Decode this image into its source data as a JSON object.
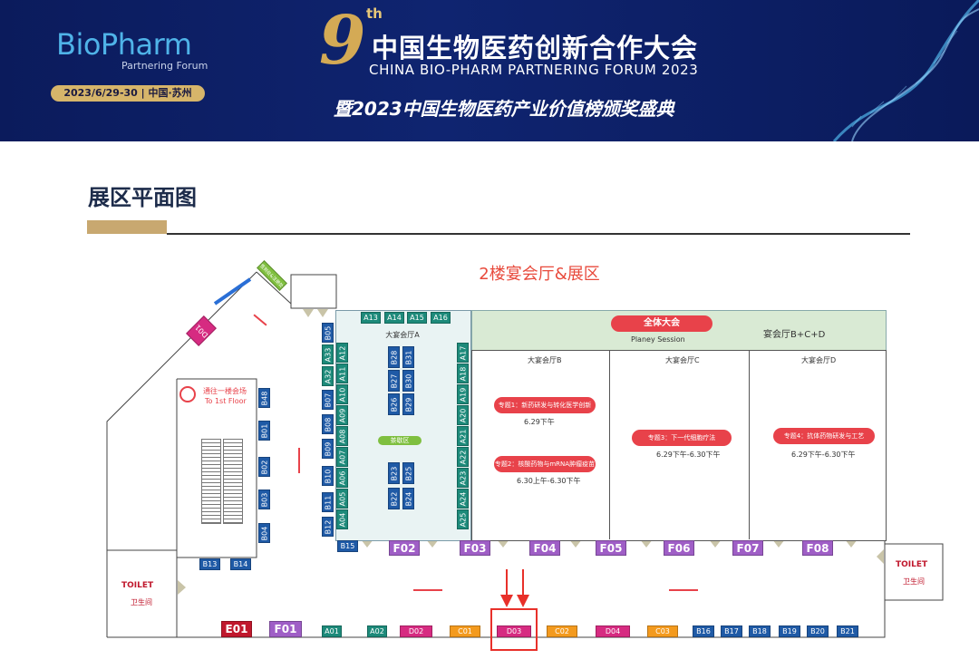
{
  "banner": {
    "logo": "BioPharm",
    "logo_sub": "Partnering Forum",
    "date": "2023/6/29-30 | 中国·苏州",
    "edition_num": "9",
    "edition_sup": "th",
    "title_cn": "中国生物医药创新合作大会",
    "title_en": "CHINA BIO-PHARM PARTNERING FORUM 2023",
    "subtitle": "暨2023中国生物医药产业价值榜颁奖盛典"
  },
  "section": {
    "title": "展区平面图"
  },
  "map": {
    "title": "2楼宴会厅&展区",
    "hall_a": "大宴会厅A",
    "tea_area": "茶歇区",
    "plenary": "全体大会",
    "plenary_en": "Planey Session",
    "hall_bcd": "宴会厅B+C+D",
    "hall_b": "大宴会厅B",
    "hall_c": "大宴会厅C",
    "hall_d": "大宴会厅D",
    "session1": "专题1：新药研发与转化医学创新",
    "session1_time": "6.29下午",
    "session2": "专题2：核酸药物与mRNA肿瘤疫苗",
    "session2_time": "6.30上午-6.30下午",
    "session3": "专题3：下一代细胞疗法",
    "session3_time": "6.29下午-6.30下午",
    "session4": "专题4：抗体药物研发与工艺",
    "session4_time": "6.29下午-6.30下午",
    "stairs": "通往一楼会场",
    "stairs_en": "To 1st Floor",
    "toilet": "TOILET",
    "toilet_cn": "卫生间",
    "entrance": "签到处&注册处",
    "booths": {
      "d01": "D01",
      "a13": "A13",
      "a14": "A14",
      "a15": "A15",
      "a16": "A16",
      "b05": "B05",
      "a12": "A12",
      "a33": "A33",
      "a32": "A32",
      "a11": "A11",
      "a10": "A10",
      "b07": "B07",
      "a09": "A09",
      "b08": "B08",
      "a08": "A08",
      "b09": "B09",
      "a07": "A07",
      "b10": "B10",
      "a06": "A06",
      "b11": "B11",
      "a05": "A05",
      "b12": "B12",
      "a04": "A04",
      "b28": "B28",
      "b31": "B31",
      "b27": "B27",
      "b30": "B30",
      "b26": "B26",
      "b29": "B29",
      "b23": "B23",
      "b25": "B25",
      "b22": "B22",
      "b24": "B24",
      "a17": "A17",
      "a18": "A18",
      "a19": "A19",
      "a20": "A20",
      "a21": "A21",
      "a22": "A22",
      "a23": "A23",
      "a24": "A24",
      "a25": "A25",
      "b48": "B48",
      "b01": "B01",
      "b02": "B02",
      "b03": "B03",
      "b04": "B04",
      "b13": "B13",
      "b14": "B14",
      "b15": "B15",
      "f01": "F01",
      "f02": "F02",
      "f03": "F03",
      "f04": "F04",
      "f05": "F05",
      "f06": "F06",
      "f07": "F07",
      "f08": "F08",
      "e01": "E01",
      "a01": "A01",
      "a02": "A02",
      "d02": "D02",
      "c01": "C01",
      "d03": "D03",
      "c02": "C02",
      "d04": "D04",
      "c03": "C03",
      "b16": "B16",
      "b17": "B17",
      "b18": "B18",
      "b19": "B19",
      "b20": "B20",
      "b21": "B21"
    }
  }
}
